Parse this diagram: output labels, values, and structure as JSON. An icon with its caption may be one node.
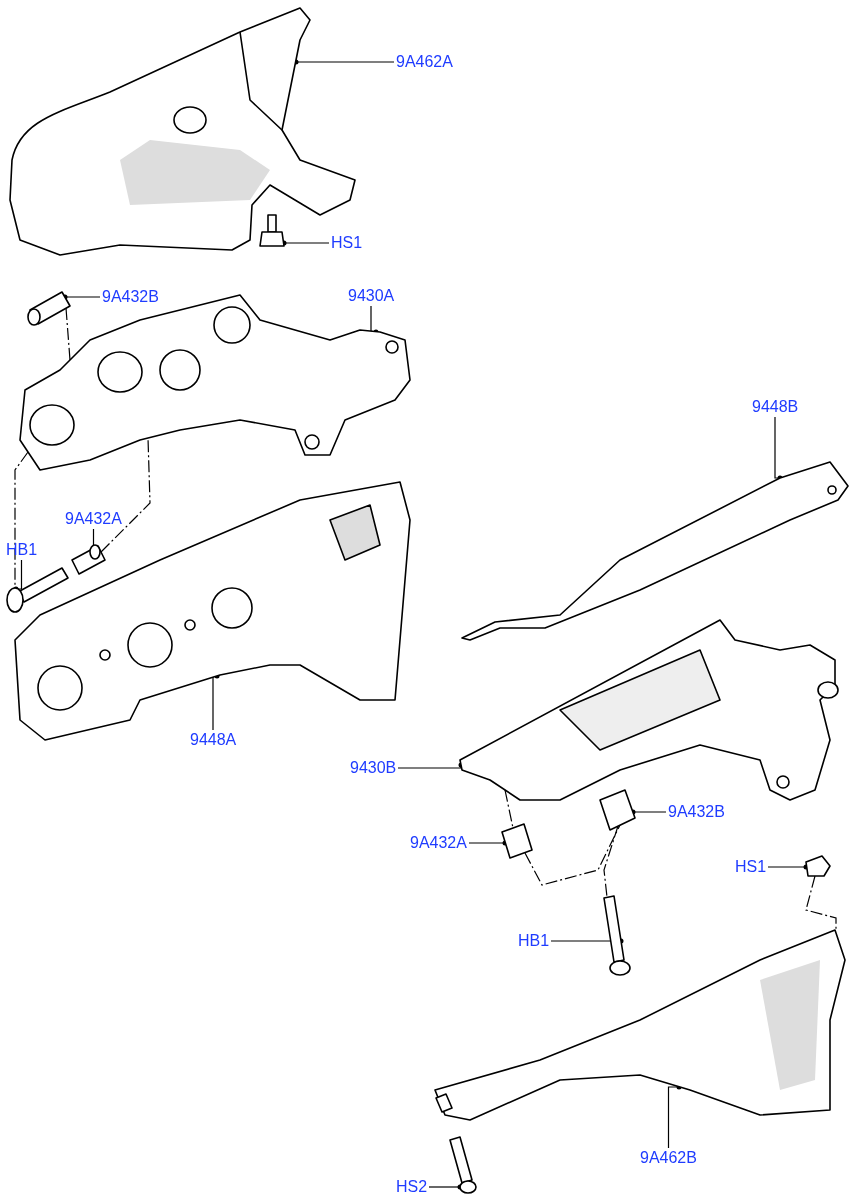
{
  "diagram": {
    "nodes": [
      {
        "text": [
          "9A462A"
        ]
      },
      {
        "text": [
          "HS1"
        ]
      },
      {
        "text": [
          "9A432B"
        ]
      },
      {
        "text": [
          "9430A"
        ]
      },
      {
        "text": [
          "9448B"
        ]
      },
      {
        "text": [
          "HB1"
        ]
      },
      {
        "text": [
          "9A432A"
        ]
      },
      {
        "text": [
          "9448A"
        ]
      },
      {
        "text": [
          "9430B"
        ]
      },
      {
        "text": [
          "9A432B"
        ]
      },
      {
        "text": [
          "9A432A"
        ]
      },
      {
        "text": [
          "HS1"
        ]
      },
      {
        "text": [
          "HB1"
        ]
      },
      {
        "text": [
          "9A462B"
        ]
      },
      {
        "text": [
          "HS2"
        ]
      },
      {
        "text": [],
        "shape": "picture"
      },
      {
        "text": [],
        "shape": "picture"
      },
      {
        "text": [],
        "shape": "picture"
      },
      {
        "text": [],
        "shape": "picture"
      },
      {
        "text": [],
        "shape": "picture"
      },
      {
        "text": [],
        "shape": "picture"
      },
      {
        "text": [],
        "shape": "picture"
      },
      {
        "text": [],
        "shape": "picture"
      },
      {
        "text": [],
        "shape": "picture"
      },
      {
        "text": [],
        "shape": "picture"
      },
      {
        "text": [],
        "shape": "picture"
      },
      {
        "text": [],
        "shape": "picture"
      },
      {
        "text": [],
        "shape": "picture"
      },
      {
        "text": [],
        "shape": "picture"
      },
      {
        "text": [],
        "shape": "picture"
      }
    ],
    "edges": [
      {
        "from": 0,
        "to": 15,
        "arrow": "other"
      },
      {
        "from": 1,
        "to": 16,
        "arrow": "other"
      },
      {
        "from": 2,
        "to": 17,
        "arrow": "other"
      },
      {
        "from": 3,
        "to": 18,
        "arrow": "other"
      },
      {
        "from": 4,
        "to": 19,
        "arrow": "other"
      },
      {
        "from": 5,
        "to": 20,
        "arrow": "other"
      },
      {
        "from": 6,
        "to": 21,
        "arrow": "other"
      },
      {
        "from": 7,
        "to": 22,
        "arrow": "other"
      },
      {
        "from": 8,
        "to": 23,
        "arrow": "other"
      },
      {
        "from": 9,
        "to": 24,
        "arrow": "other"
      },
      {
        "from": 10,
        "to": 25,
        "arrow": "other"
      },
      {
        "from": 11,
        "to": 26,
        "arrow": "other"
      },
      {
        "from": 12,
        "to": 27,
        "arrow": "other"
      },
      {
        "from": 13,
        "to": 28,
        "arrow": "other"
      },
      {
        "from": 14,
        "to": 29,
        "arrow": "other"
      },
      {
        "from": 17,
        "to": 18,
        "arrow": "none",
        "style": "dashed"
      },
      {
        "from": 18,
        "to": 20,
        "arrow": "none",
        "style": "dashed"
      },
      {
        "from": 21,
        "to": 18,
        "arrow": "none",
        "style": "dashed"
      },
      {
        "from": 23,
        "to": 25,
        "arrow": "none",
        "style": "dashed"
      },
      {
        "from": 25,
        "to": 24,
        "arrow": "none",
        "style": "dashed"
      },
      {
        "from": 24,
        "to": 27,
        "arrow": "none",
        "style": "dashed"
      },
      {
        "from": 26,
        "to": 28,
        "arrow": "none",
        "style": "dashed"
      }
    ]
  }
}
